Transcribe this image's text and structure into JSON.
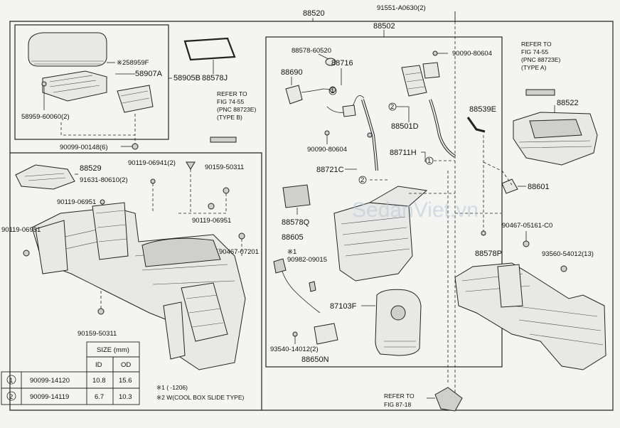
{
  "labels": {
    "assy_main": "88520",
    "bolt_top": "91551-A0630(2)",
    "sub_assy": "88502",
    "lid_clip": "※258959F",
    "hinge": "58907A",
    "lid_assy": "58905B",
    "screw_lid": "58959-60060(2)",
    "mat": "88578J",
    "bolt_148": "90099-00148(6)",
    "tray": "88529",
    "clip_941": "90119-06941(2)",
    "clip_311a": "90159-50311",
    "bolt_610": "91631-80610(2)",
    "clip_951a": "90119-06951",
    "clip_951b": "90119-06951",
    "clip_951c": "90119-06951",
    "clip_201": "90467-07201",
    "clip_311b": "90159-50311",
    "p88578_60520": "88578-60520",
    "p88690": "88690",
    "p88716": "88716",
    "p88501d": "88501D",
    "bolt_604a": "90090-80604",
    "bolt_604b": "90090-80604",
    "p88539e": "88539E",
    "p88711h": "88711H",
    "p88721c": "88721C",
    "p88578q": "88578Q",
    "p88605": "88605",
    "note_mark": "※1",
    "p09015": "90982-09015",
    "p87103f": "87103F",
    "screw_012": "93540-14012(2)",
    "p88650n": "88650N",
    "p88522": "88522",
    "p88601": "88601",
    "clip_5161": "90467-05161-C0",
    "p88578p": "88578P",
    "screw_013": "93560-54012(13)",
    "watermark": "SedanViet.vn"
  },
  "refs": {
    "ref_a": [
      "REFER TO",
      "FIG 74-55",
      "(PNC 88723E)",
      "(TYPE B)"
    ],
    "ref_b": [
      "REFER TO",
      "FIG 74-55",
      "(PNC 88723E)",
      "(TYPE A)"
    ],
    "ref_c": [
      "REFER TO",
      "FIG 87-18"
    ]
  },
  "size_table": {
    "header": "SIZE (mm)",
    "columns": [
      "ID",
      "OD"
    ],
    "rows": [
      {
        "mark": "1",
        "part": "90099-14120",
        "id": "10.8",
        "od": "15.6"
      },
      {
        "mark": "2",
        "part": "90099-14119",
        "id": "6.7",
        "od": "10.3"
      }
    ]
  },
  "notes": {
    "note1": "※1 (     -1206)",
    "note2": "※2 W(COOL BOX SLIDE TYPE)"
  },
  "markers": {
    "c1": "1",
    "c2": "2"
  }
}
